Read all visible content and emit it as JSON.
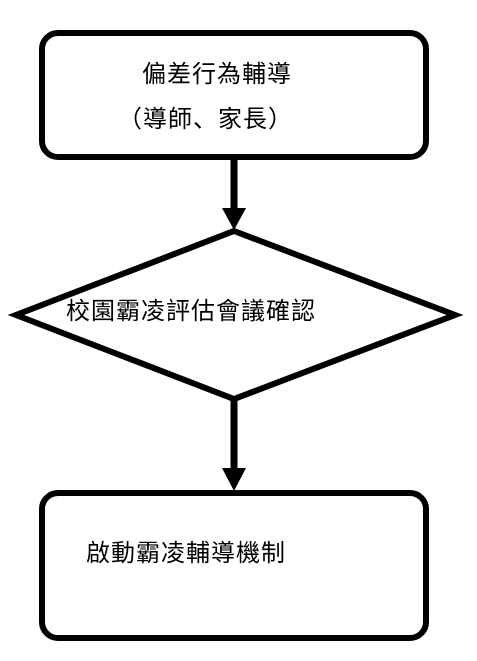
{
  "nodes": [
    {
      "id": "step1",
      "shape": "rounded-rect",
      "lines": [
        "偏差行為輔導",
        "（導師、家長）"
      ]
    },
    {
      "id": "decision",
      "shape": "diamond",
      "lines": [
        "校園霸凌評估會議確認"
      ]
    },
    {
      "id": "step2",
      "shape": "rounded-rect",
      "lines": [
        "啟動霸凌輔導機制"
      ]
    }
  ],
  "edges": [
    {
      "from": "step1",
      "to": "decision"
    },
    {
      "from": "decision",
      "to": "step2"
    }
  ],
  "colors": {
    "stroke": "#000000",
    "fill": "#ffffff"
  }
}
